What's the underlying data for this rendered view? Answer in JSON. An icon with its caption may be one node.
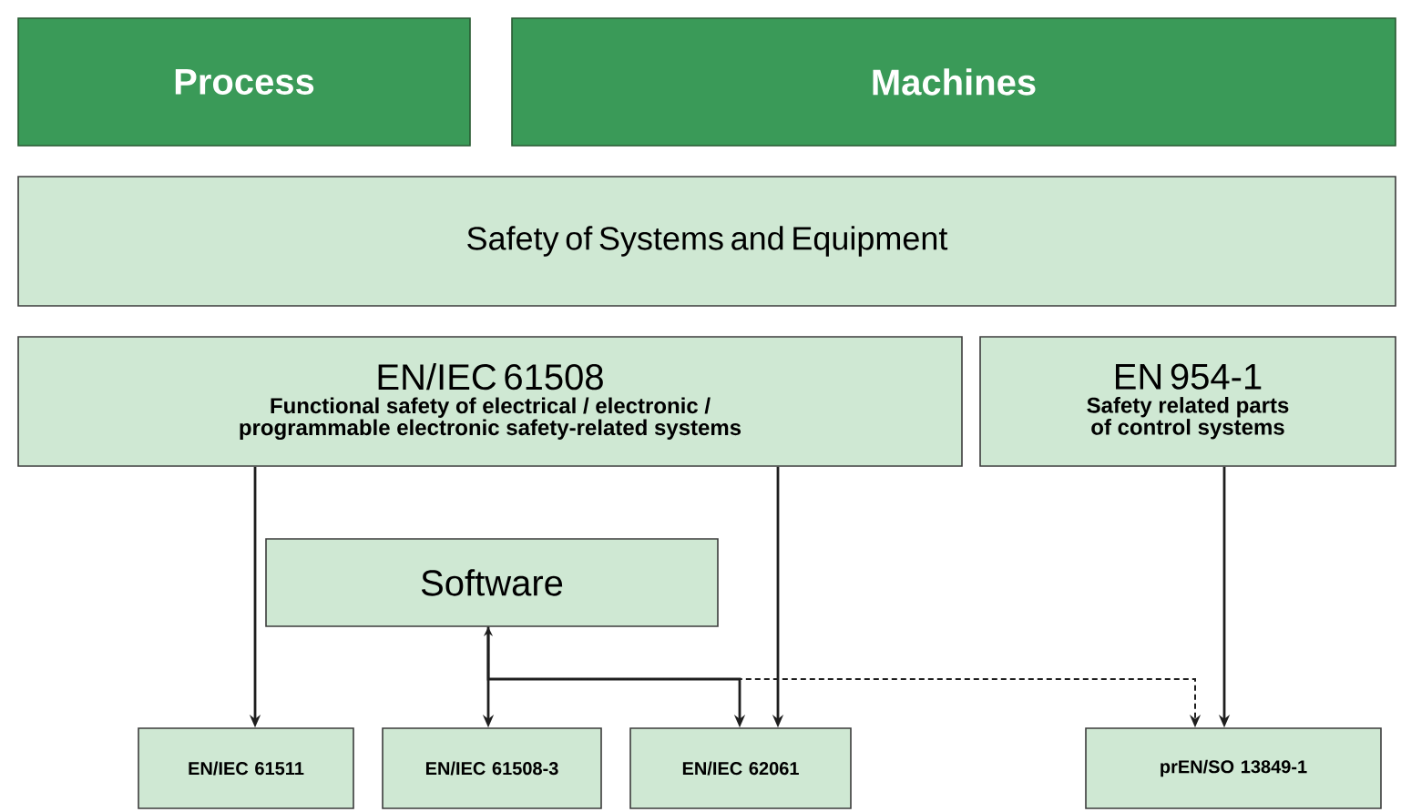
{
  "diagram": {
    "nodes": [
      {
        "text": [
          "Process"
        ]
      },
      {
        "text": [
          "Machines"
        ]
      },
      {
        "text": [
          "Safety of Systems and Equipment"
        ]
      },
      {
        "text": [
          "EN/IEC 61508",
          "Functional safety of electrical / electronic / programmable electronic safety-related systems"
        ]
      },
      {
        "text": [
          "EN 954-1",
          "Safety related parts of control systems"
        ]
      },
      {
        "text": [
          "Software"
        ]
      },
      {
        "text": [
          "EN/IEC 61511"
        ]
      },
      {
        "text": [
          "EN/IEC 61508-3"
        ]
      },
      {
        "text": [
          "EN/IEC 62061"
        ]
      },
      {
        "text": [
          "prEN/SO 13849-1"
        ]
      }
    ],
    "edges": [
      {
        "from": 3,
        "to": 6,
        "arrow": "to"
      },
      {
        "from": 3,
        "to": 8,
        "arrow": "to"
      },
      {
        "from": 4,
        "to": 9,
        "arrow": "to"
      },
      {
        "from": 5,
        "to": 7,
        "arrow": "both"
      },
      {
        "from": 5,
        "to": 8,
        "arrow": "to"
      },
      {
        "from": 5,
        "to": 9,
        "arrow": "to",
        "style": "dashed"
      }
    ]
  }
}
